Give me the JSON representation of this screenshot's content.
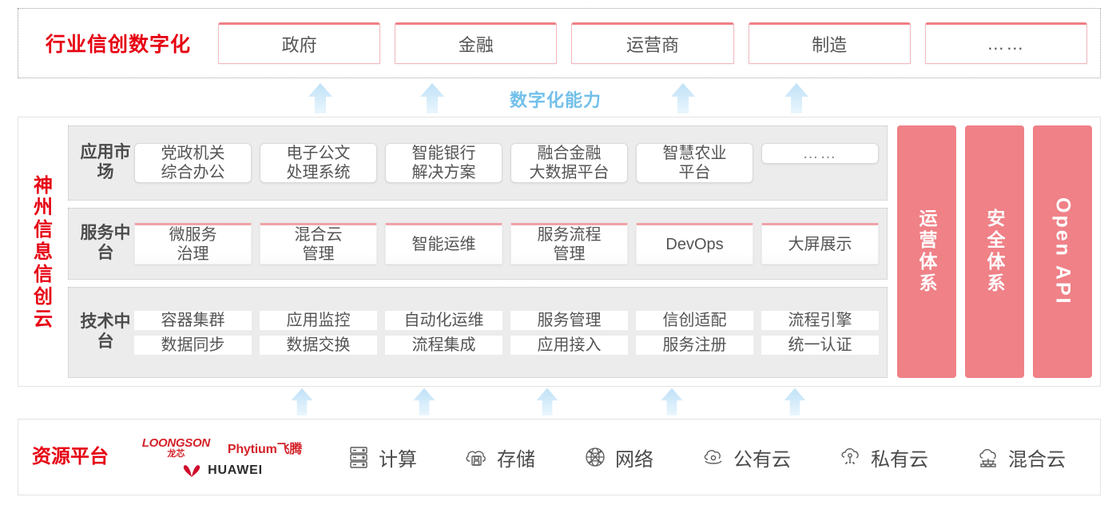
{
  "industry": {
    "title": "行业信创数字化",
    "boxes": [
      {
        "label": "政府"
      },
      {
        "label": "金融"
      },
      {
        "label": "运营商"
      },
      {
        "label": "制造"
      },
      {
        "label": "……"
      }
    ]
  },
  "capability": {
    "label": "数字化能力",
    "arrow_color": "#cfe8f8",
    "arrow_count_top": 4,
    "arrow_count_bottom": 5
  },
  "cloud": {
    "title": "神州信息信创云",
    "title_chars": [
      "神",
      "州",
      "信",
      "息",
      "信",
      "创",
      "云"
    ],
    "rows": [
      {
        "label": "应用市场",
        "style": "plain",
        "cells": [
          {
            "label": "党政机关\n综合办公"
          },
          {
            "label": "电子公文\n处理系统"
          },
          {
            "label": "智能银行\n解决方案"
          },
          {
            "label": "融合金融\n大数据平台"
          },
          {
            "label": "智慧农业\n平台"
          },
          {
            "label": "……",
            "muted": true
          }
        ]
      },
      {
        "label": "服务中台",
        "style": "topline",
        "cells": [
          {
            "label": "微服务\n治理"
          },
          {
            "label": "混合云\n管理"
          },
          {
            "label": "智能运维"
          },
          {
            "label": "服务流程\n管理"
          },
          {
            "label": "DevOps"
          },
          {
            "label": "大屏展示"
          }
        ]
      },
      {
        "label": "技术中台",
        "style": "grid",
        "cells_top": [
          {
            "label": "容器集群"
          },
          {
            "label": "应用监控"
          },
          {
            "label": "自动化运维"
          },
          {
            "label": "服务管理"
          },
          {
            "label": "信创适配"
          },
          {
            "label": "流程引擎"
          }
        ],
        "cells_bottom": [
          {
            "label": "数据同步"
          },
          {
            "label": "数据交换"
          },
          {
            "label": "流程集成"
          },
          {
            "label": "应用接入"
          },
          {
            "label": "服务注册"
          },
          {
            "label": "统一认证"
          }
        ]
      }
    ],
    "pillars": [
      {
        "label": "运营体系",
        "latin": false
      },
      {
        "label": "安全体系",
        "latin": false
      },
      {
        "label": "Open API",
        "latin": true
      }
    ],
    "pillar_color": "#ef8187"
  },
  "resource": {
    "title": "资源平台",
    "vendors": [
      {
        "name": "LOONGSON",
        "cn": "龙芯",
        "icon": "loongson-logo"
      },
      {
        "name": "Phytium飞腾",
        "icon": "phytium-logo"
      },
      {
        "name": "HUAWEI",
        "icon": "huawei-logo"
      }
    ],
    "items": [
      {
        "label": "计算",
        "icon": "server-icon"
      },
      {
        "label": "存储",
        "icon": "cloud-storage-icon"
      },
      {
        "label": "网络",
        "icon": "network-globe-icon"
      },
      {
        "label": "公有云",
        "icon": "public-cloud-icon"
      },
      {
        "label": "私有云",
        "icon": "private-cloud-icon"
      },
      {
        "label": "混合云",
        "icon": "hybrid-cloud-icon"
      }
    ]
  },
  "colors": {
    "brand_red": "#e60012",
    "pink": "#ef8187",
    "arrow_blue": "#cfe8f8",
    "band_gray": "#ececec"
  }
}
